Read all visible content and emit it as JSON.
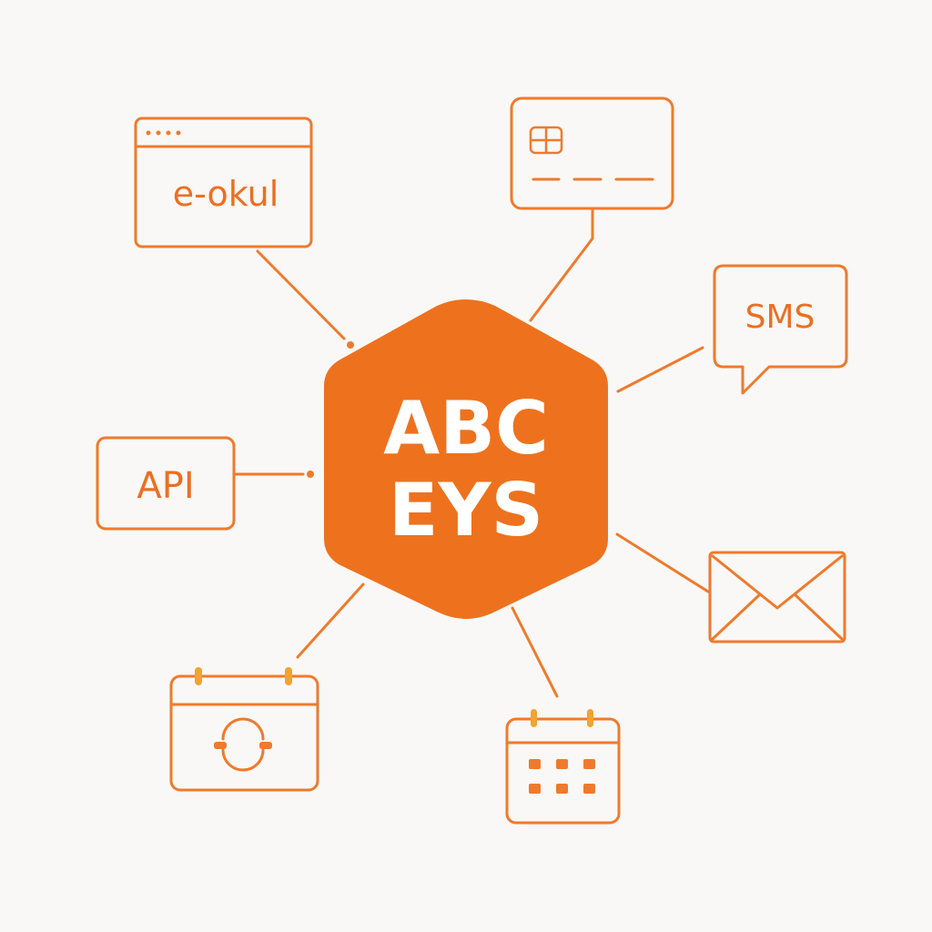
{
  "colors": {
    "background": "#f9f8f6",
    "accent": "#f07a2c",
    "hub_fill": "#ee721e",
    "hub_text": "#ffffff",
    "label_text": "#ec6f23",
    "calendar_ring": "#f0a432"
  },
  "hub": {
    "line1": "ABC",
    "line2": "EYS"
  },
  "nodes": {
    "eokul": {
      "label": "e-okul",
      "icon": "browser-window-icon"
    },
    "card": {
      "icon": "credit-card-icon"
    },
    "sms": {
      "label": "SMS",
      "icon": "chat-bubble-icon"
    },
    "api": {
      "label": "API",
      "icon": "api-box-icon"
    },
    "email": {
      "icon": "envelope-icon"
    },
    "calendar_sync": {
      "icon": "calendar-sync-icon"
    },
    "calendar_grid": {
      "icon": "calendar-grid-icon"
    }
  }
}
